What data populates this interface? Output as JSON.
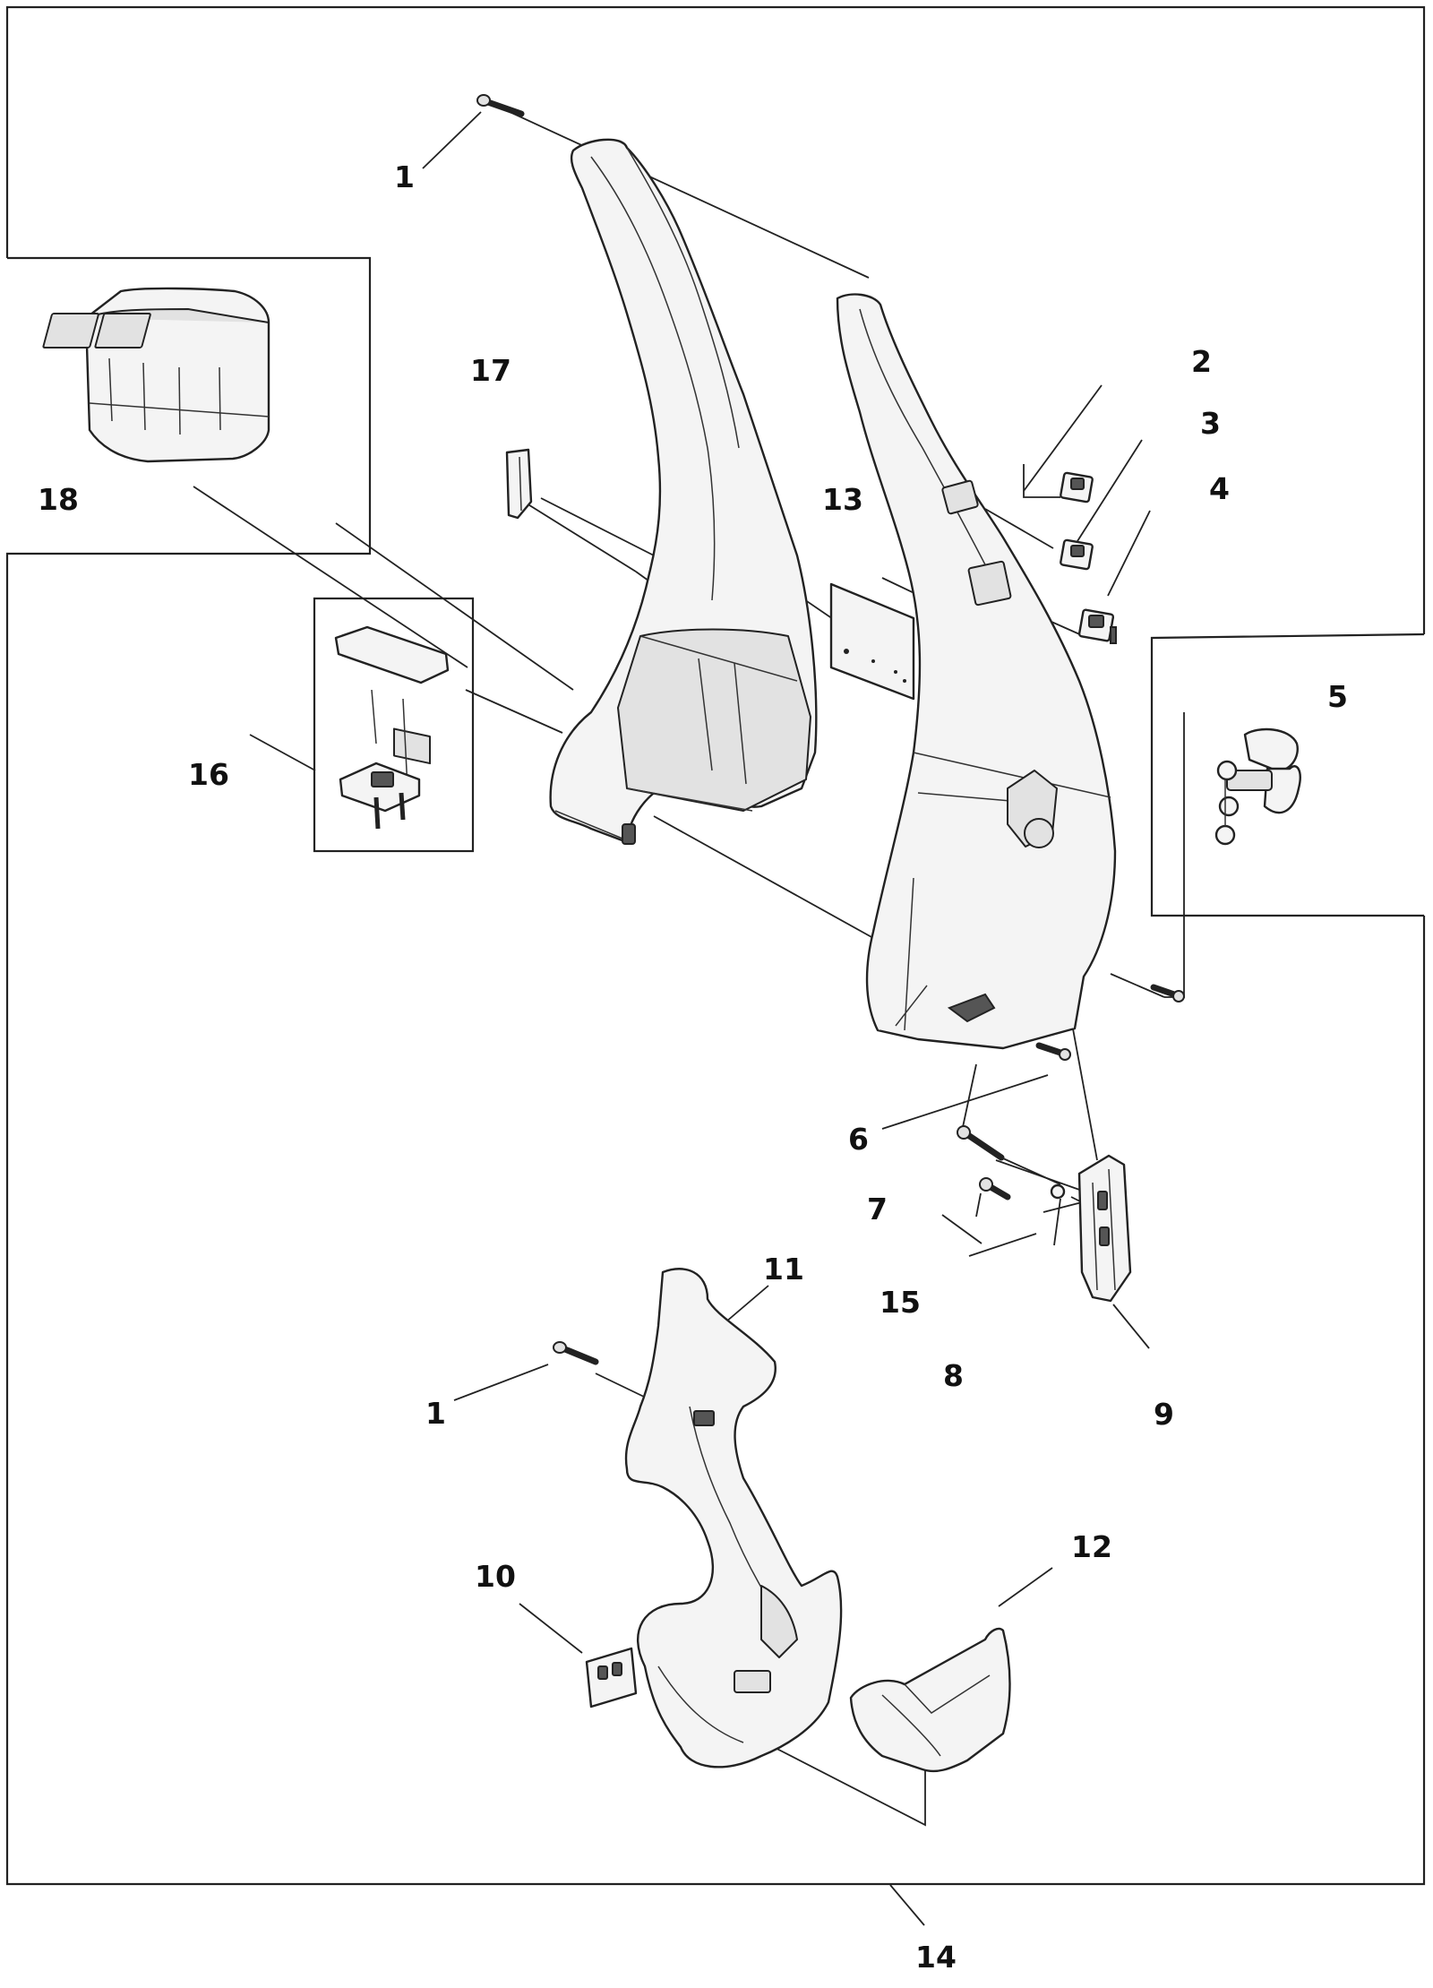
{
  "callouts": {
    "c1_top": "1",
    "c1_bottom": "1",
    "c2": "2",
    "c3": "3",
    "c4": "4",
    "c5": "5",
    "c6": "6",
    "c7": "7",
    "c8": "8",
    "c9": "9",
    "c10": "10",
    "c11": "11",
    "c12": "12",
    "c13": "13",
    "c14": "14",
    "c15": "15",
    "c16": "16",
    "c17": "17",
    "c18": "18"
  }
}
